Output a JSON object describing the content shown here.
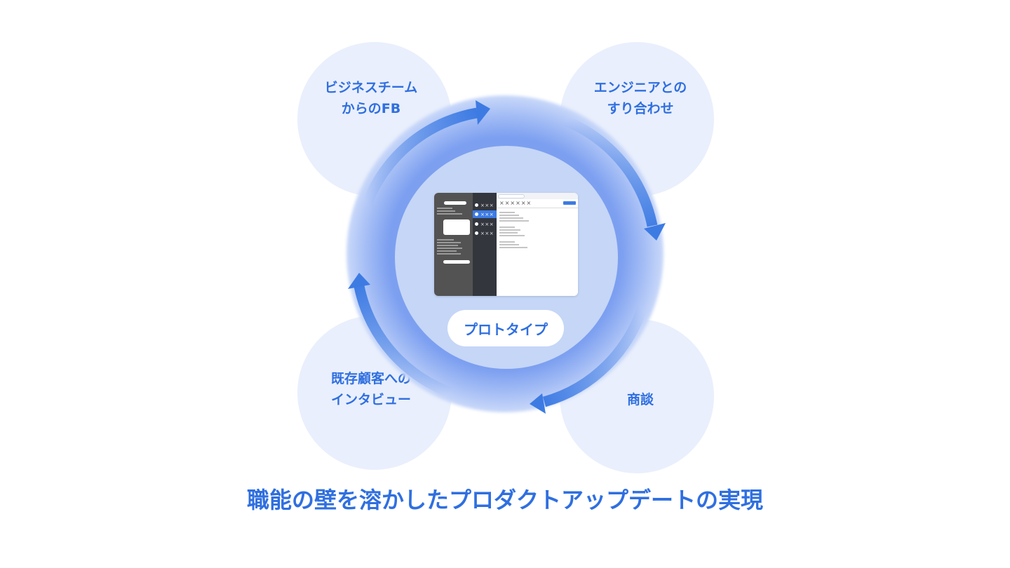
{
  "bubbles": {
    "top_left": {
      "lines": [
        "ビジネスチーム",
        "からのFB"
      ]
    },
    "top_right": {
      "lines": [
        "エンジニアとの",
        "すり合わせ"
      ]
    },
    "bottom_right": {
      "lines": [
        "商談"
      ]
    },
    "bottom_left": {
      "lines": [
        "既存顧客への",
        "インタビュー"
      ]
    }
  },
  "center": {
    "label": "プロトタイプ",
    "mockup": {
      "header_title": "××××××",
      "channels": [
        "×××",
        "×××",
        "×××",
        "×××"
      ],
      "active_channel_index": 1
    }
  },
  "tagline": "職能の壁を溶かしたプロダクトアップデートの実現",
  "colors": {
    "accent": "#2f6fe0",
    "bubble_bg": "#e9effc",
    "inner_circle": "#c5d6f7",
    "arrow": "#3d7be3"
  },
  "icons": [
    "cycle-arrow-icon"
  ]
}
